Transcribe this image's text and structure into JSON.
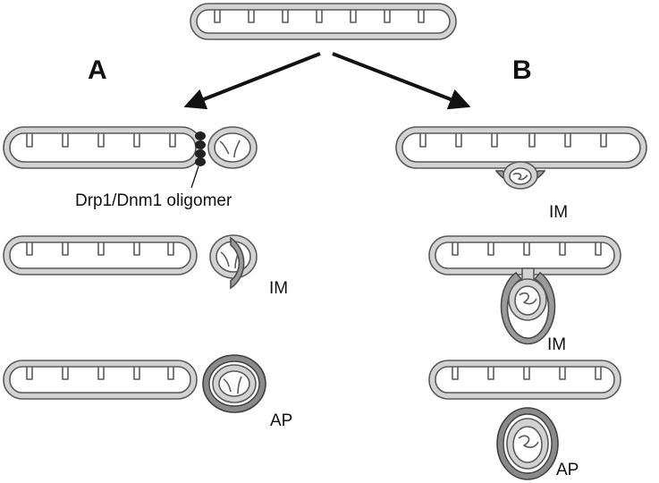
{
  "panels": {
    "a_label": "A",
    "b_label": "B"
  },
  "labels": {
    "drp1": "Drp1/Dnm1 oligomer",
    "im": "IM",
    "ap": "AP"
  },
  "colors": {
    "mito_outer": "#d2d2d2",
    "mito_inner": "#ffffff",
    "stroke": "#5a5a5a",
    "phagophore": "#9a9a9a",
    "autophagosome": "#8a8a8a",
    "arrow": "#111111"
  }
}
